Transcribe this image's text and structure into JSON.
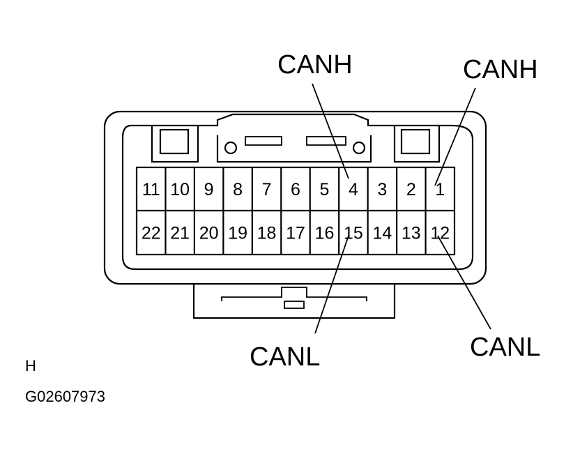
{
  "connector": {
    "top_row_pins": [
      "11",
      "10",
      "9",
      "8",
      "7",
      "6",
      "5",
      "4",
      "3",
      "2",
      "1"
    ],
    "bottom_row_pins": [
      "22",
      "21",
      "20",
      "19",
      "18",
      "17",
      "16",
      "15",
      "14",
      "13",
      "12"
    ]
  },
  "callouts": [
    {
      "label": "CANH",
      "pin": "4"
    },
    {
      "label": "CANH",
      "pin": "1"
    },
    {
      "label": "CANL",
      "pin": "15"
    },
    {
      "label": "CANL",
      "pin": "12"
    }
  ],
  "footer": {
    "letter": "H",
    "code": "G02607973"
  }
}
